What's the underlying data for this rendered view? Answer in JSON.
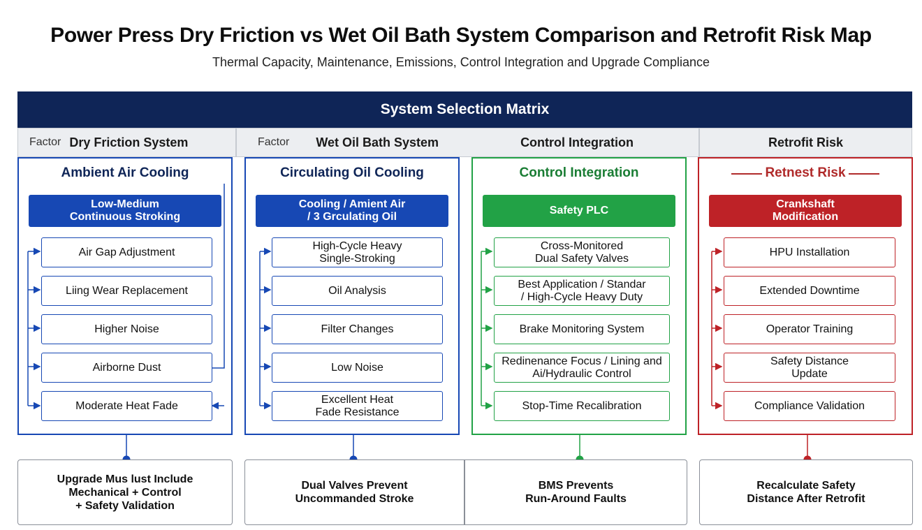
{
  "title": "Power Press Dry Friction vs Wet Oil Bath System Comparison and Retrofit Risk Map",
  "subtitle": "Thermal Capacity, Maintenance, Emissions, Control Integration and Upgrade Compliance",
  "matrix_title": "System Selection Matrix",
  "header": {
    "col1_factor": "Factor",
    "col1_name": "Dry Friction System",
    "col2_factor": "Factor",
    "col2_name": "Wet Oil Bath System",
    "col3_name": "Control Integration",
    "col4_name": "Retrofit Risk"
  },
  "colors": {
    "navy": "#0f2557",
    "blue": "#1748b4",
    "green": "#22a246",
    "red": "#be2227"
  },
  "columns": [
    {
      "title": "Ambient Air Cooling",
      "head": "Low-Medium\nContinuous Stroking",
      "items": [
        "Air Gap Adjustment",
        "Liing Wear Replacement",
        "Higher Noise",
        "Airborne Dust",
        "Moderate Heat Fade"
      ]
    },
    {
      "title": "Circulating Oil Cooling",
      "head": "Cooling / Amient Air\n/ 3 Grculating Oil",
      "items": [
        "High-Cycle Heavy\nSingle-Stroking",
        "Oil Analysis",
        "Filter Changes",
        "Low Noise",
        "Excellent Heat\nFade Resistance"
      ]
    },
    {
      "title": "Control Integration",
      "head": "Safety PLC",
      "items": [
        "Cross-Monitored\nDual Safety Valves",
        "Best Application / Standar\n/ High-Cycle Heavy Duty",
        "Brake Monitoring System",
        "Redinenance Focus / Lining and\nAi/Hydraulic Control",
        "Stop-Time Recalibration"
      ]
    },
    {
      "title": "Retnest Risk",
      "head": "Crankshaft\nModification",
      "items": [
        "HPU Installation",
        "Extended Downtime",
        "Operator Training",
        "Safety Distance\nUpdate",
        "Compliance Validation"
      ]
    }
  ],
  "summaries": {
    "s1": "Upgrade Mus lust Include\nMechanical + Control\n+ Safety Validation",
    "s2": "Dual Valves Prevent\nUncommanded Stroke",
    "s3": "BMS Prevents\nRun-Around Faults",
    "s4": "Recalculate Safety\nDistance After Retrofit"
  }
}
